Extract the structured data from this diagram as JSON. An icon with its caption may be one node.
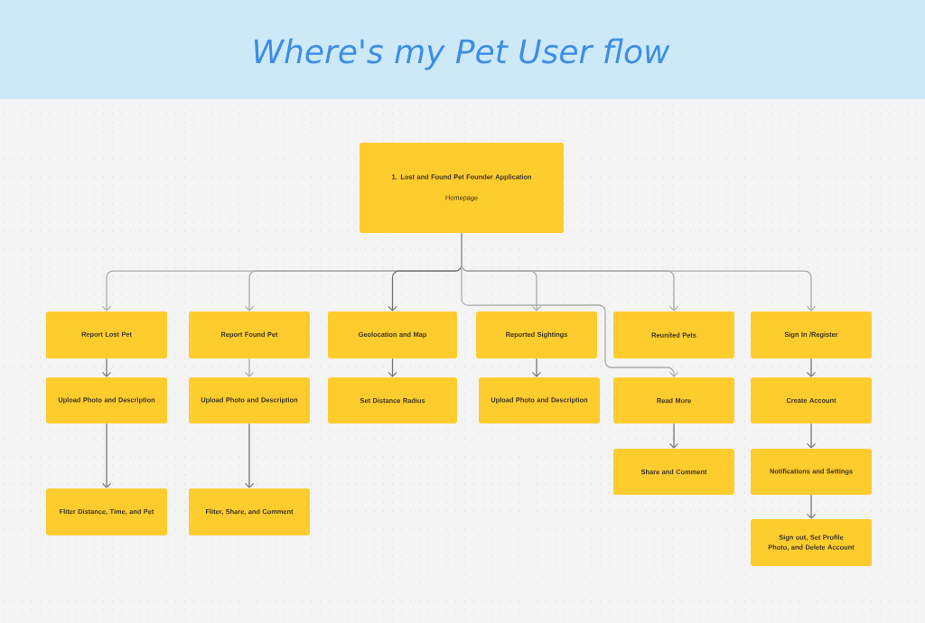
{
  "diagram": {
    "title": "Where's my Pet User flow",
    "nodes": [
      {
        "text": [
          "1. Lost and Found Pet Founder Application",
          "Homepage"
        ]
      },
      {
        "text": [
          "Report Lost Pet"
        ]
      },
      {
        "text": [
          "Report Found Pet"
        ]
      },
      {
        "text": [
          "Geolocation and Map"
        ]
      },
      {
        "text": [
          "Reported Sightings"
        ]
      },
      {
        "text": [
          "Reunited Pets"
        ]
      },
      {
        "text": [
          "Sign In /Register"
        ]
      },
      {
        "text": [
          "Upload Photo and Description"
        ]
      },
      {
        "text": [
          "Upload Photo and Description"
        ]
      },
      {
        "text": [
          "Set Distance Radius"
        ]
      },
      {
        "text": [
          "Upload Photo and Description"
        ]
      },
      {
        "text": [
          "Read More"
        ]
      },
      {
        "text": [
          "Create Account"
        ]
      },
      {
        "text": [
          "Fliter Distance, Time, and Pet"
        ]
      },
      {
        "text": [
          "Fliter, Share, and Comment"
        ]
      },
      {
        "text": [
          "Share and Comment"
        ]
      },
      {
        "text": [
          "Notifications and Settings"
        ]
      },
      {
        "text": [
          "Sign out, Set Profile Photo, and Delete Account"
        ]
      }
    ],
    "edges": [
      {
        "from": 0,
        "to": 1,
        "arrow": "to",
        "color": "#ababab"
      },
      {
        "from": 0,
        "to": 2,
        "arrow": "to",
        "color": "#ababab"
      },
      {
        "from": 0,
        "to": 3,
        "arrow": "to"
      },
      {
        "from": 0,
        "to": 4,
        "arrow": "to",
        "color": "#ababab"
      },
      {
        "from": 0,
        "to": 5,
        "arrow": "to",
        "color": "#ababab"
      },
      {
        "from": 0,
        "to": 6,
        "arrow": "to",
        "color": "#ababab"
      },
      {
        "from": 0,
        "to": 11,
        "arrow": "to",
        "color": "#ababab"
      },
      {
        "from": 1,
        "to": 7,
        "arrow": "to"
      },
      {
        "from": 2,
        "to": 8,
        "arrow": "to",
        "color": "#ababab"
      },
      {
        "from": 3,
        "to": 9,
        "arrow": "to"
      },
      {
        "from": 4,
        "to": 10,
        "arrow": "to"
      },
      {
        "from": 6,
        "to": 12,
        "arrow": "to"
      },
      {
        "from": 7,
        "to": 13,
        "arrow": "to"
      },
      {
        "from": 8,
        "to": 14,
        "arrow": "to"
      },
      {
        "from": 11,
        "to": 15,
        "arrow": "to"
      },
      {
        "from": 12,
        "to": 16,
        "arrow": "to"
      },
      {
        "from": 16,
        "to": 17,
        "arrow": "to"
      }
    ]
  }
}
